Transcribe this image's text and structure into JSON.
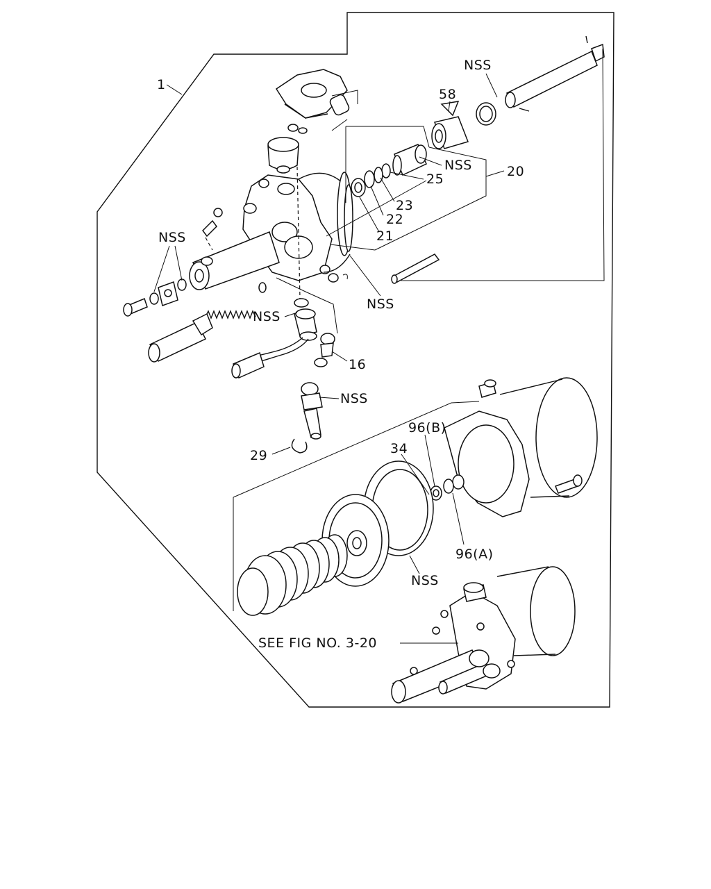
{
  "diagram": {
    "title": "2 YEAR",
    "labels": {
      "item1": "1",
      "nss_top": "NSS",
      "item58": "58",
      "nss_piston": "NSS",
      "item20": "20",
      "item25": "25",
      "item23": "23",
      "item22": "22",
      "item21": "21",
      "nss_left": "NSS",
      "nss_rod": "NSS",
      "nss_fitting": "NSS",
      "item16": "16",
      "nss_elbow": "NSS",
      "item29": "29",
      "item96b": "96(B)",
      "item34": "34",
      "item96a": "96(A)",
      "nss_diaphragm": "NSS",
      "see_fig": "SEE FIG NO. 3-20"
    }
  }
}
